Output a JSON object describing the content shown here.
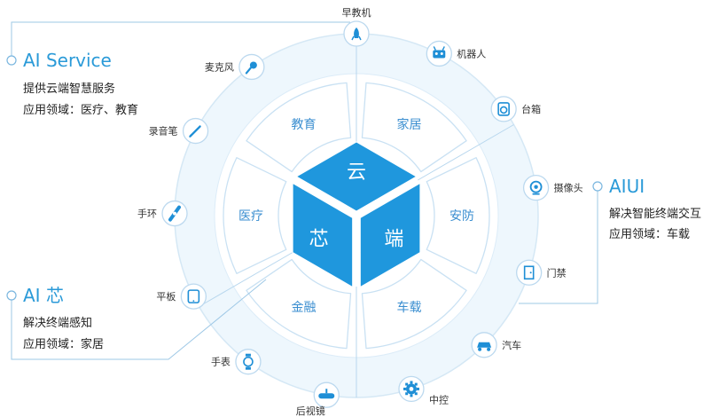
{
  "colors": {
    "accent": "#2a9ad8",
    "core_fill": "#1f97dd",
    "ring_fill": "#eef7fd",
    "ring_stroke": "#d5e8f5",
    "line": "#b8d7ee"
  },
  "core": [
    {
      "text": "云"
    },
    {
      "text": "端"
    },
    {
      "text": "芯"
    }
  ],
  "sectors": [
    "家居",
    "安防",
    "车载",
    "金融",
    "医疗",
    "教育"
  ],
  "devices": [
    {
      "label": "早教机",
      "icon": "rocket-icon"
    },
    {
      "label": "机器人",
      "icon": "robot-icon"
    },
    {
      "label": "台箱",
      "icon": "speaker-icon"
    },
    {
      "label": "摄像头",
      "icon": "camera-icon"
    },
    {
      "label": "门禁",
      "icon": "door-icon"
    },
    {
      "label": "汽车",
      "icon": "car-icon"
    },
    {
      "label": "中控",
      "icon": "gear-icon"
    },
    {
      "label": "后视镜",
      "icon": "mirror-icon"
    },
    {
      "label": "手表",
      "icon": "watch-icon"
    },
    {
      "label": "平板",
      "icon": "tablet-icon"
    },
    {
      "label": "手环",
      "icon": "band-icon"
    },
    {
      "label": "录音笔",
      "icon": "pen-icon"
    },
    {
      "label": "麦克风",
      "icon": "microphone-icon"
    }
  ],
  "callouts": [
    {
      "title": "AI Service",
      "line1": "提供云端智慧服务",
      "line2": "应用领域：医疗、教育"
    },
    {
      "title": "AIUI",
      "line1": "解决智能终端交互",
      "line2": "应用领域：车载"
    },
    {
      "title": "AI 芯",
      "line1": "解决终端感知",
      "line2": "应用领域：家居"
    }
  ]
}
